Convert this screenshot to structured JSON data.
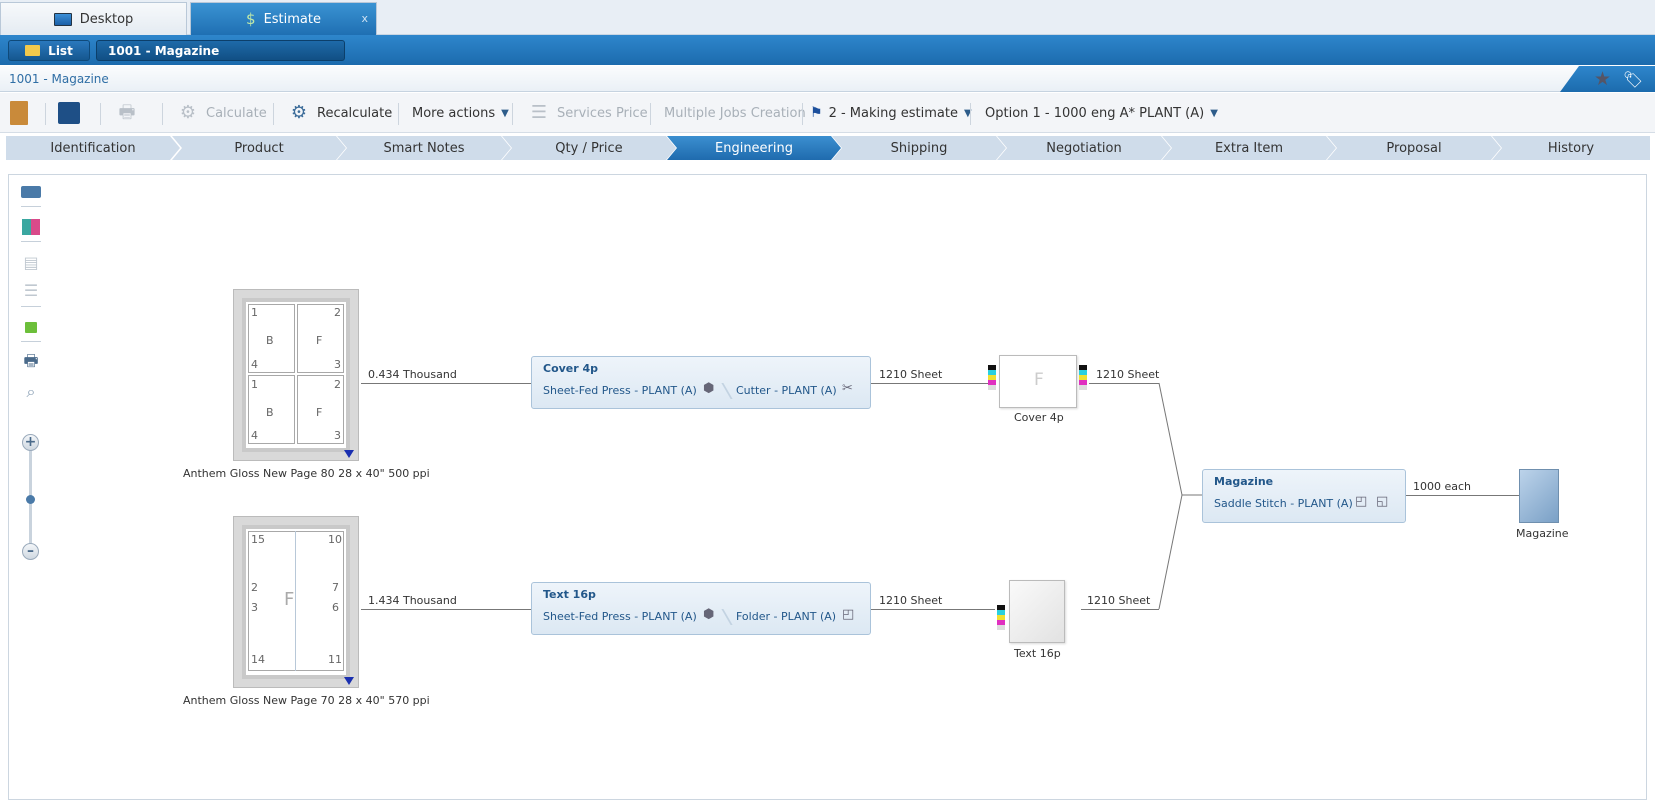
{
  "app_tabs": {
    "desktop": "Desktop",
    "estimate": "Estimate",
    "close": "x"
  },
  "record_bar": {
    "list_label": "List",
    "record_title": "1001 - Magazine"
  },
  "breadcrumb": {
    "text": "1001 - Magazine"
  },
  "toolbar": {
    "calculate": "Calculate",
    "recalculate": "Recalculate",
    "more_actions": "More actions",
    "services_price": "Services Price",
    "multiple_jobs": "Multiple Jobs Creation",
    "status": "2 - Making estimate",
    "option": "Option 1 - 1000 eng A* PLANT (A)"
  },
  "steps": [
    "Identification",
    "Product",
    "Smart Notes",
    "Qty / Price",
    "Engineering",
    "Shipping",
    "Negotiation",
    "Extra Item",
    "Proposal",
    "History"
  ],
  "active_step": "Engineering",
  "flow": {
    "sheet_top": {
      "label": "Anthem Gloss New Page 80 28 x 40\" 500 ppi",
      "qty": "0.434 Thousand",
      "pages": [
        "1",
        "2",
        "B",
        "F",
        "4",
        "3",
        "1",
        "2",
        "B",
        "F",
        "4",
        "3"
      ]
    },
    "sheet_bottom": {
      "label": "Anthem Gloss New Page 70 28 x 40\" 570 ppi",
      "qty": "1.434 Thousand",
      "pages": [
        "15",
        "10",
        "2",
        "7",
        "3",
        "6",
        "14",
        "11",
        "F"
      ]
    },
    "proc_cover": {
      "title": "Cover 4p",
      "step1": "Sheet-Fed Press - PLANT (A)",
      "step2": "Cutter - PLANT (A)",
      "out_qty": "1210 Sheet"
    },
    "proc_text": {
      "title": "Text 16p",
      "step1": "Sheet-Fed Press - PLANT (A)",
      "step2": "Folder - PLANT (A)",
      "out_qty": "1210 Sheet"
    },
    "cover_thumb": {
      "label": "Cover 4p",
      "letter": "F",
      "out_qty": "1210 Sheet"
    },
    "text_thumb": {
      "label": "Text 16p",
      "out_qty": "1210 Sheet"
    },
    "proc_magazine": {
      "title": "Magazine",
      "step1": "Saddle Stitch - PLANT (A)",
      "out_qty": "1000 each"
    },
    "final": {
      "label": "Magazine"
    }
  }
}
